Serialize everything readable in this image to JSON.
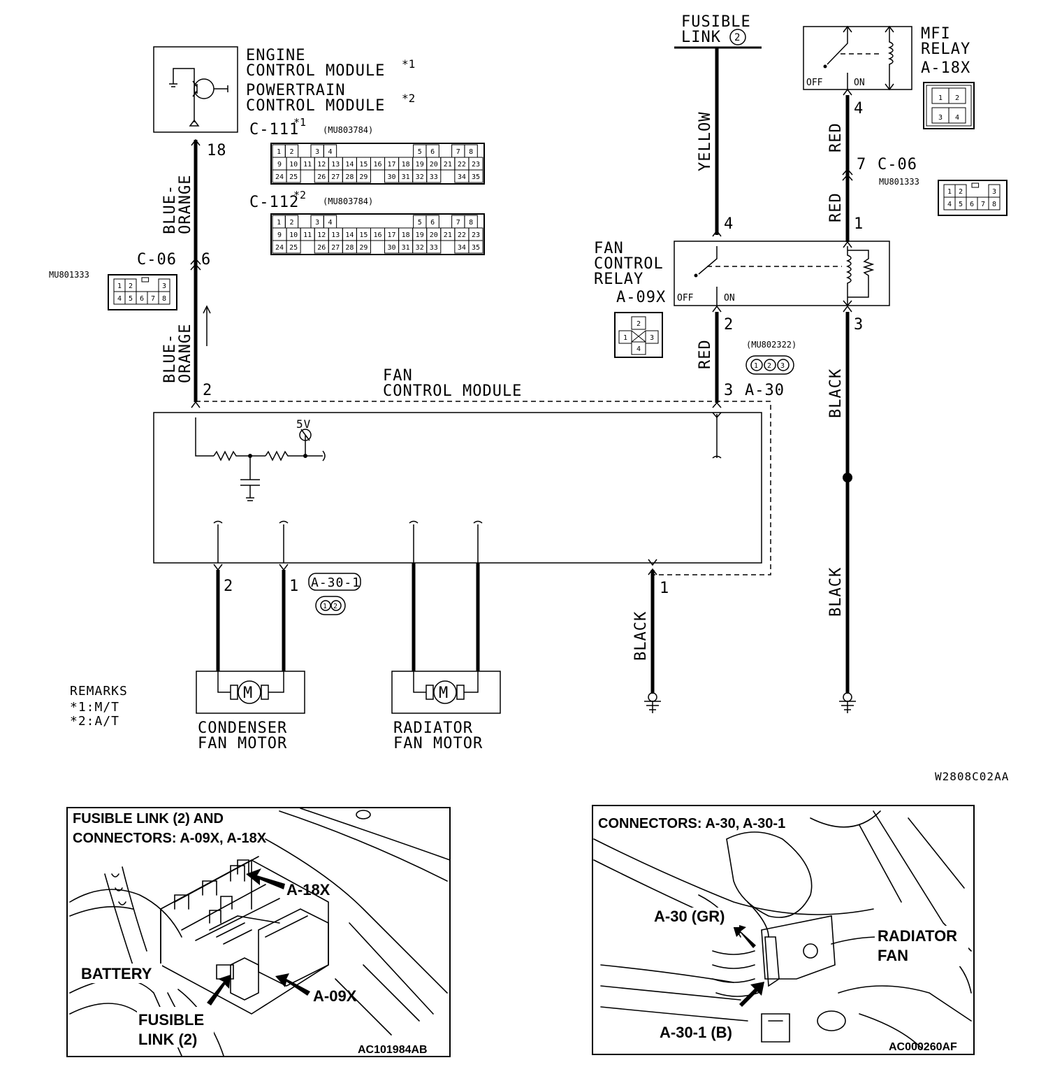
{
  "diagram": {
    "ecm": {
      "line1": "ENGINE",
      "line2": "CONTROL MODULE",
      "note1": "*1",
      "line3": "POWERTRAIN",
      "line4": "CONTROL MODULE",
      "note2": "*2",
      "pin": "18"
    },
    "c111": {
      "label": "C-111",
      "note": "*1",
      "part": "(MU803784)",
      "pins": [
        "1",
        "2",
        "3",
        "4",
        "5",
        "6",
        "7",
        "8",
        "9",
        "10",
        "11",
        "12",
        "13",
        "14",
        "15",
        "16",
        "17",
        "18",
        "19",
        "20",
        "21",
        "22",
        "23",
        "24",
        "25",
        "26",
        "27",
        "28",
        "29",
        "30",
        "31",
        "32",
        "33",
        "34",
        "35"
      ]
    },
    "c112": {
      "label": "C-112",
      "note": "*2",
      "part": "(MU803784)"
    },
    "c06_left": {
      "label": "C-06",
      "pin": "6",
      "part": "MU801333",
      "pins": [
        "1",
        "2",
        "3",
        "4",
        "5",
        "6",
        "7",
        "8"
      ]
    },
    "c06_right": {
      "label": "C-06",
      "pin": "7",
      "part": "MU801333"
    },
    "wires": {
      "blue_orange_line1": "BLUE-",
      "blue_orange_line2": "ORANGE",
      "yellow": "YELLOW",
      "red": "RED",
      "black": "BLACK"
    },
    "fusible_link": {
      "line1": "FUSIBLE",
      "line2": "LINK",
      "num": "2"
    },
    "mfi_relay": {
      "line1": "MFI",
      "line2": "RELAY",
      "id": "A-18X",
      "off": "OFF",
      "on": "ON",
      "pin_top": "4",
      "pins": [
        "1",
        "2",
        "3",
        "4"
      ]
    },
    "fan_relay": {
      "line1": "FAN",
      "line2": "CONTROL",
      "line3": "RELAY",
      "id": "A-09X",
      "off": "OFF",
      "on": "ON",
      "pin_in": "4",
      "pin_out": "2",
      "pin_coil_top": "1",
      "pin_coil_bot": "3",
      "pins": [
        "1",
        "2",
        "3",
        "4"
      ]
    },
    "a30": {
      "id": "A-30",
      "part": "(MU802322)",
      "pin": "3",
      "pins": [
        "1",
        "2",
        "3"
      ]
    },
    "fcm": {
      "line1": "FAN",
      "line2": "CONTROL MODULE",
      "pin_in": "2",
      "vref": "5V"
    },
    "a30_1": {
      "id": "A-30-1",
      "pin2": "2",
      "pin1": "1",
      "pins": [
        "1",
        "2"
      ],
      "ground_pin": "1"
    },
    "condenser": {
      "line1": "CONDENSER",
      "line2": "FAN MOTOR",
      "symbol": "M"
    },
    "radiator": {
      "line1": "RADIATOR",
      "line2": "FAN MOTOR",
      "symbol": "M"
    },
    "remarks": {
      "title": "REMARKS",
      "r1": "*1:M/T",
      "r2": "*2:A/T"
    },
    "code": "W2808C02AA"
  },
  "location_left": {
    "title1": "FUSIBLE LINK (2) AND",
    "title2": "CONNECTORS: A-09X, A-18X",
    "callout_a18x": "A-18X",
    "callout_battery": "BATTERY",
    "callout_a09x": "A-09X",
    "callout_fusible1": "FUSIBLE",
    "callout_fusible2": "LINK (2)",
    "code": "AC101984AB"
  },
  "location_right": {
    "title": "CONNECTORS: A-30, A-30-1",
    "callout_a30": "A-30 (GR)",
    "callout_radiator1": "RADIATOR",
    "callout_radiator2": "FAN",
    "callout_a30_1": "A-30-1 (B)",
    "code": "AC000260AF"
  }
}
